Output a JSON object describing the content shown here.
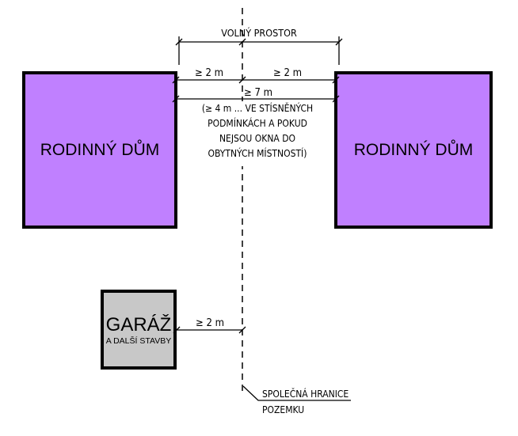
{
  "title": "Vzdálenosti mezi rodinnými domy a stavbami",
  "colors": {
    "house_fill": "#c080ff",
    "garage_fill": "#c8c8c8",
    "outline": "#000000",
    "background": "#ffffff"
  },
  "houses": [
    {
      "label": "RODINNÝ DŮM"
    },
    {
      "label": "RODINNÝ DŮM"
    }
  ],
  "garage": {
    "label": "GARÁŽ",
    "sublabel": "A DALŠÍ STAVBY"
  },
  "dimensions": {
    "free_space": "VOLNÝ PROSTOR",
    "left_half": "≥ 2 m",
    "right_half": "≥ 2 m",
    "total": "≥ 7 m",
    "note_lines": [
      "(≥ 4 m ... VE STÍSNĚNÝCH",
      "PODMÍNKÁCH A POKUD",
      "NEJSOU OKNA DO",
      "OBYTNÝCH MÍSTNOSTÍ)"
    ],
    "garage_distance": "≥ 2 m"
  },
  "boundary": {
    "label_lines": [
      "SPOLEČNÁ HRANICE",
      "POZEMKU"
    ]
  }
}
